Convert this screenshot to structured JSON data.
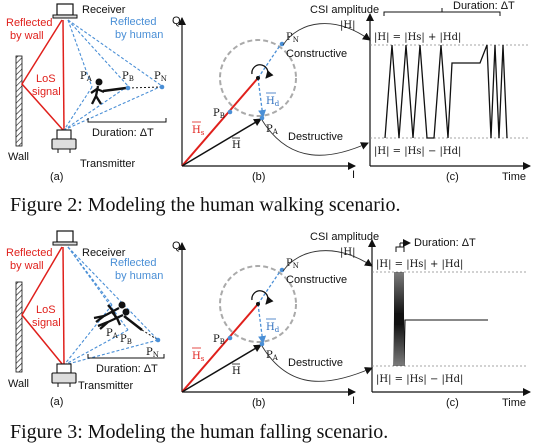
{
  "figure2": {
    "caption": "Figure 2: Modeling the human walking scenario.",
    "a": {
      "receiver": "Receiver",
      "transmitter": "Transmitter",
      "reflected_by_wall_1": "Reflected",
      "reflected_by_wall_2": "by wall",
      "reflected_by_human_1": "Reflected",
      "reflected_by_human_2": "by human",
      "los_1": "LoS",
      "los_2": "signal",
      "wall": "Wall",
      "duration": "Duration: ΔT",
      "pa": "P",
      "pb": "P",
      "pn": "P",
      "pa_sub": "A",
      "pb_sub": "B",
      "pn_sub": "N",
      "tag": "(a)"
    },
    "b": {
      "q": "Q",
      "i": "I",
      "tag": "(b)",
      "hs": "H",
      "hs_sub": "s",
      "hd": "H",
      "hd_sub": "d",
      "h": "H",
      "pn": "P",
      "pn_sub": "N",
      "pb": "P",
      "pb_sub": "B",
      "pa": "P",
      "pa_sub": "A",
      "constructive": "Constructive",
      "destructive": "Destructive"
    },
    "c": {
      "csi": "CSI amplitude",
      "abs_h": "|H|",
      "duration": "Duration: ΔT",
      "upper_eq": "|H| = |Hs| + |Hd|",
      "lower_eq": "|H| = |Hs| − |Hd|",
      "time": "Time",
      "tag": "(c)"
    }
  },
  "figure3": {
    "caption": "Figure 3: Modeling the human falling scenario.",
    "a": {
      "receiver": "Receiver",
      "transmitter": "Transmitter",
      "reflected_by_wall_1": "Reflected",
      "reflected_by_wall_2": "by wall",
      "reflected_by_human_1": "Reflected",
      "reflected_by_human_2": "by human",
      "los_1": "LoS",
      "los_2": "signal",
      "wall": "Wall",
      "duration": "Duration: ΔT",
      "pa": "P",
      "pb": "P",
      "pn": "P",
      "pa_sub": "A",
      "pb_sub": "B",
      "pn_sub": "N",
      "tag": "(a)"
    },
    "b": {
      "q": "Q",
      "i": "I",
      "tag": "(b)",
      "hs": "H",
      "hs_sub": "s",
      "hd": "H",
      "hd_sub": "d",
      "h": "H",
      "pn": "P",
      "pn_sub": "N",
      "pb": "P",
      "pb_sub": "B",
      "pa": "P",
      "pa_sub": "A",
      "constructive": "Constructive",
      "destructive": "Destructive"
    },
    "c": {
      "csi": "CSI amplitude",
      "abs_h": "|H|",
      "duration": "Duration: ΔT",
      "upper_eq": "|H| = |Hs| + |Hd|",
      "lower_eq": "|H| = |Hs| − |Hd|",
      "time": "Time",
      "tag": "(c)"
    }
  }
}
